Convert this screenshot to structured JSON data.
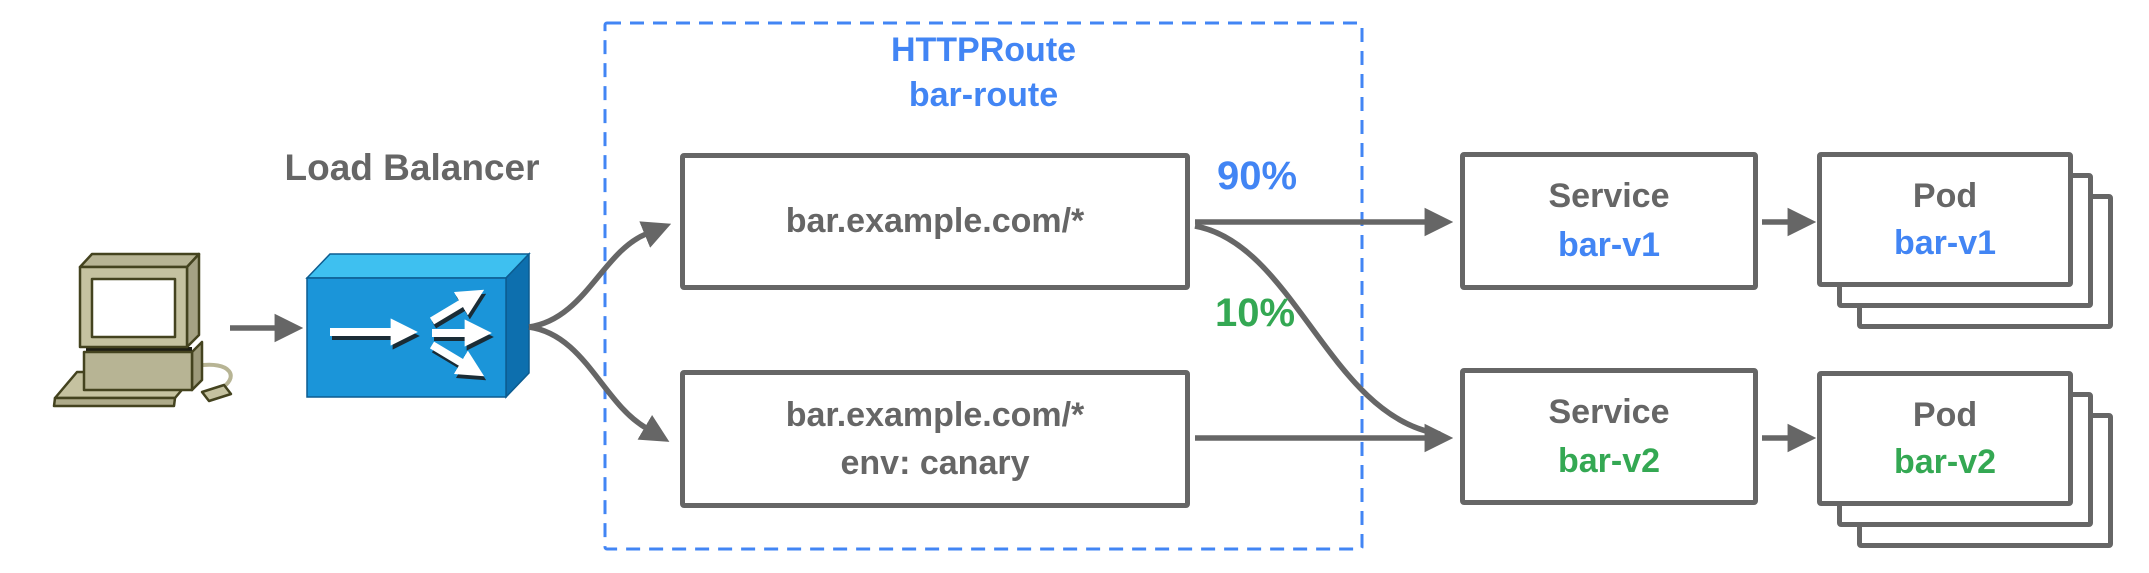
{
  "client": {
    "icon": "desktop-computer-icon"
  },
  "load_balancer": {
    "label": "Load Balancer",
    "icon": "load-balancer-icon"
  },
  "httproute": {
    "kind": "HTTPRoute",
    "name": "bar-route",
    "rules": [
      {
        "match_line1": "bar.example.com/*"
      },
      {
        "match_line1": "bar.example.com/*",
        "match_line2": "env: canary"
      }
    ]
  },
  "traffic_split": {
    "to_v1": "90%",
    "to_v2": "10%"
  },
  "backends": [
    {
      "service_kind": "Service",
      "service_name": "bar-v1",
      "pod_kind": "Pod",
      "pod_name": "bar-v1",
      "accent": "#4285F4"
    },
    {
      "service_kind": "Service",
      "service_name": "bar-v2",
      "pod_kind": "Pod",
      "pod_name": "bar-v2",
      "accent": "#34A853"
    }
  ],
  "colors": {
    "blue": "#4285F4",
    "green": "#34A853",
    "gray": "#666666",
    "dashed_border_blue": "#4285F4",
    "lb_box_front": "#1B95D9",
    "lb_box_top": "#3EC0F0",
    "lb_box_side": "#0D6FAE"
  }
}
